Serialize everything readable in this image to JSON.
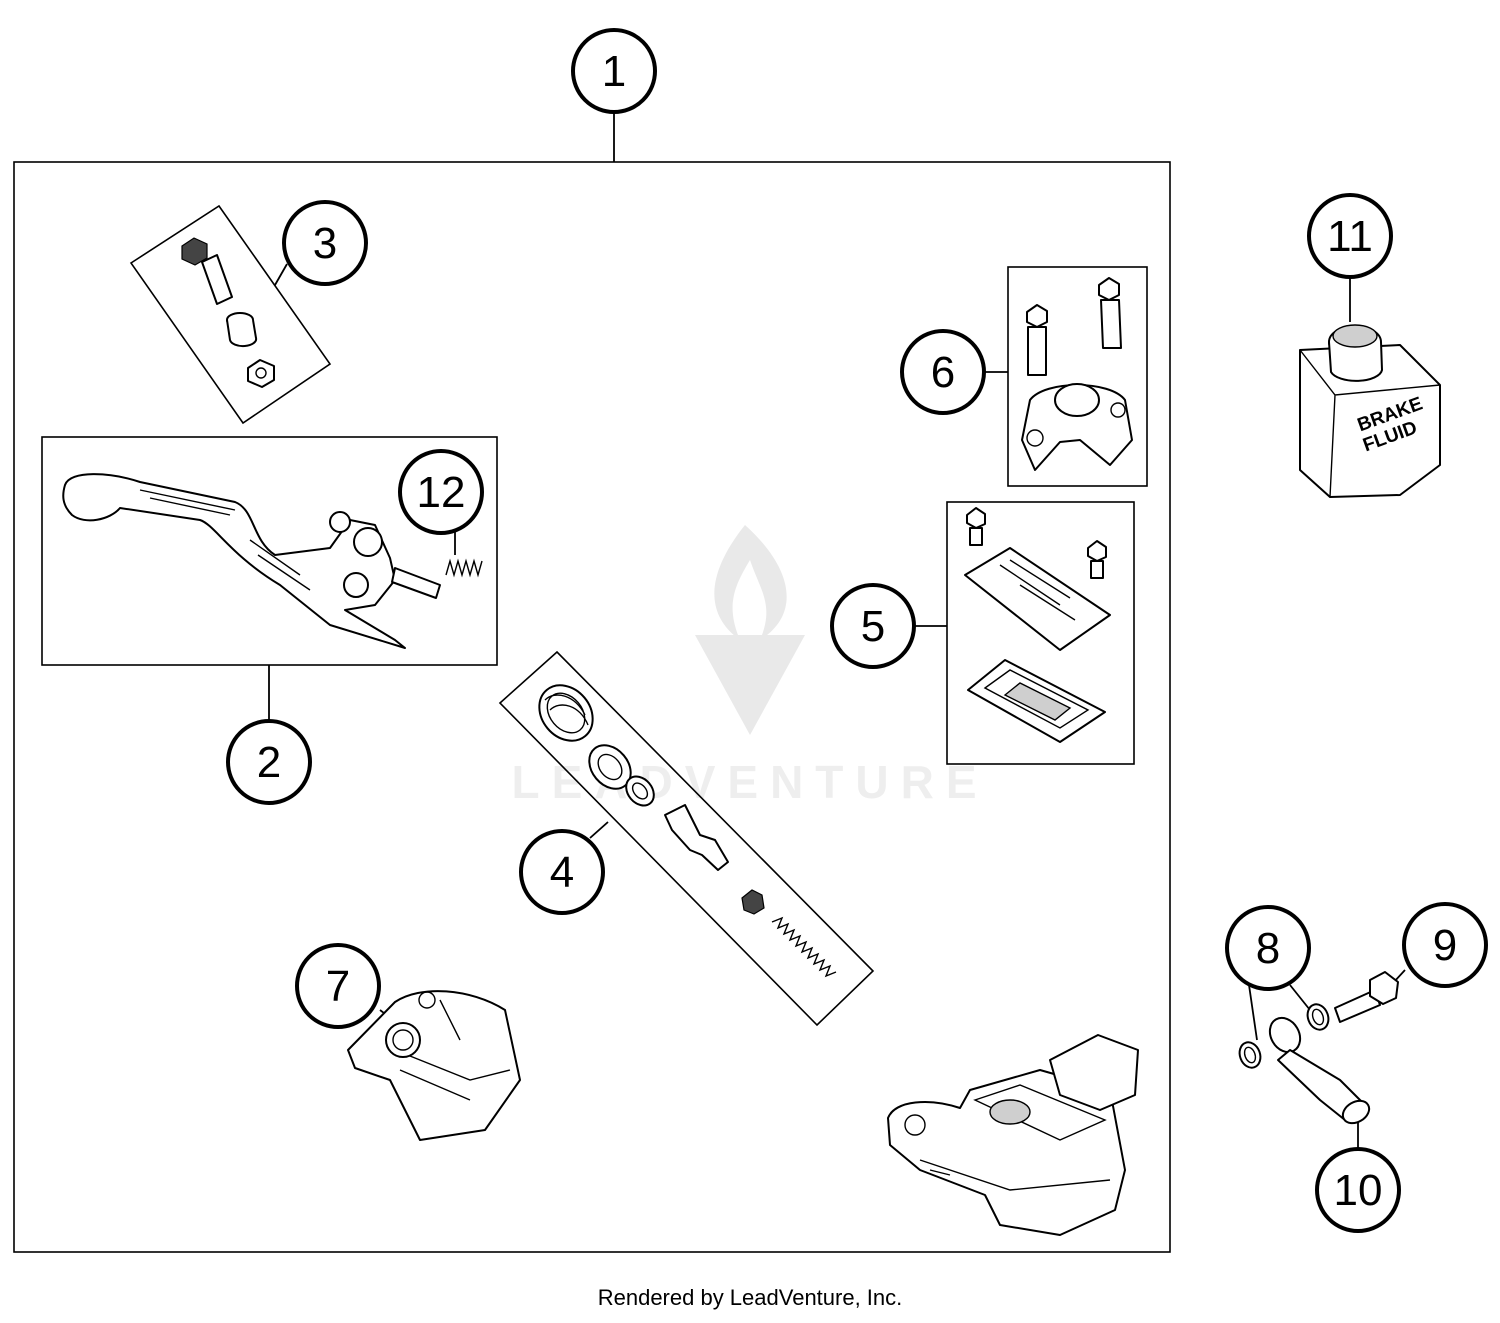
{
  "callouts": [
    {
      "id": "1",
      "label": "1"
    },
    {
      "id": "2",
      "label": "2"
    },
    {
      "id": "3",
      "label": "3"
    },
    {
      "id": "4",
      "label": "4"
    },
    {
      "id": "5",
      "label": "5"
    },
    {
      "id": "6",
      "label": "6"
    },
    {
      "id": "7",
      "label": "7"
    },
    {
      "id": "8",
      "label": "8"
    },
    {
      "id": "9",
      "label": "9"
    },
    {
      "id": "10",
      "label": "10"
    },
    {
      "id": "11",
      "label": "11"
    },
    {
      "id": "12",
      "label": "12"
    }
  ],
  "brake_fluid_label": [
    "BRAKE",
    "FLUID"
  ],
  "watermark": {
    "text": "LEADVENTURE"
  },
  "footer": {
    "text": "Rendered by LeadVenture, Inc."
  }
}
